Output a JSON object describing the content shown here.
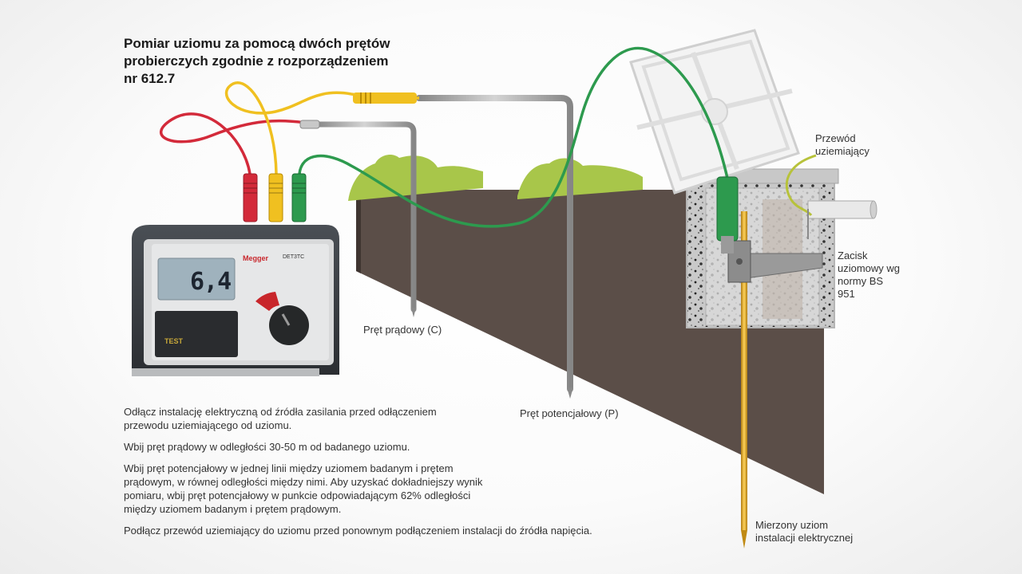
{
  "title": "Pomiar uziomu za pomocą dwóch prętów probierczych zgodnie z rozporządzeniem nr 612.7",
  "labels": {
    "current_rod": "Pręt prądowy (C)",
    "potential_rod": "Pręt potencjałowy (P)",
    "earthing_conductor": "Przewód uziemiający",
    "earth_clamp": "Zacisk uziomowy wg normy BS 951",
    "measured_electrode": "Mierzony uziom instalacji elektrycznej"
  },
  "meter": {
    "brand": "Megger",
    "model": "DET3TC",
    "reading": "6,4",
    "test_label": "TEST"
  },
  "instructions": [
    "Odłącz instalację elektryczną od źródła zasilania przed odłączeniem przewodu uziemiającego od uziomu.",
    "Wbij pręt prądowy w odległości 30-50 m od badanego uziomu.",
    "Wbij pręt potencjałowy w jednej linii między uziomem badanym i prętem prądowym, w równej odległości między nimi. Aby uzyskać dokładniejszy wynik pomiaru, wbij pręt potencjałowy w punkcie odpowiadającym 62% odległości między uziomem badanym i prętem prądowym.",
    "Podłącz przewód uziemiający do uziomu przed ponownym podłączeniem instalacji do źródła napięcia."
  ],
  "colors": {
    "soil": "#5b4e48",
    "grass": "#a8c64a",
    "lead_red": "#d32a3a",
    "lead_yellow": "#f0c020",
    "lead_green": "#2d9a4e",
    "rod_gold": "#e0a82a"
  }
}
